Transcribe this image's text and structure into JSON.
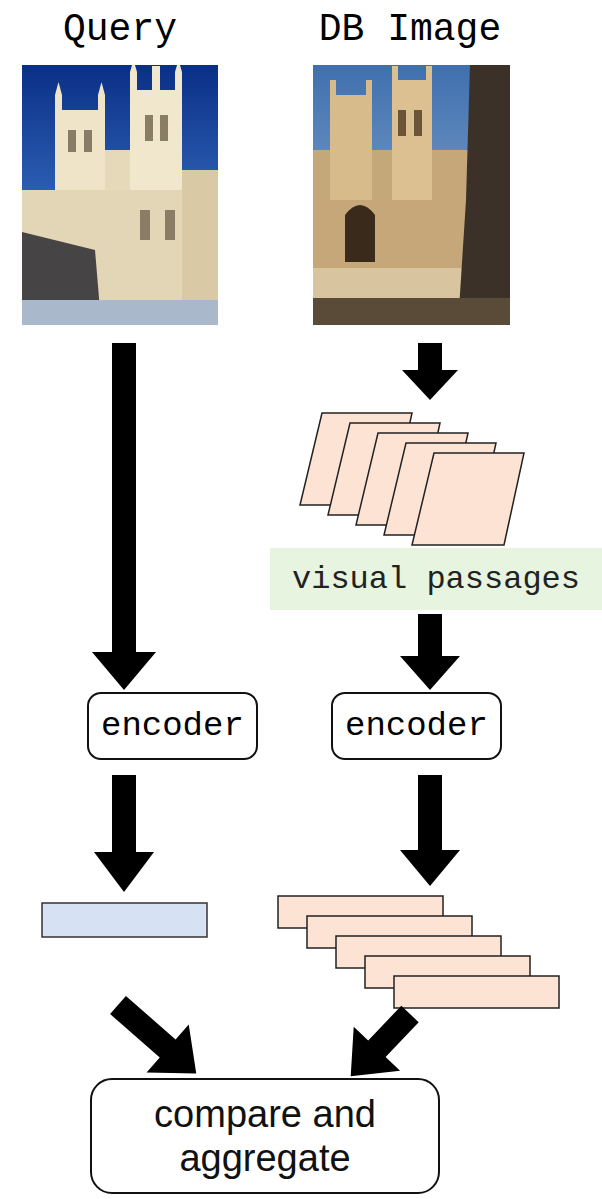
{
  "diagram": {
    "nodes": [
      {
        "text": [
          "visual passages"
        ]
      },
      {
        "text": [
          "encoder"
        ]
      },
      {
        "text": [
          "encoder"
        ]
      },
      {
        "text": [
          "compare and aggregate"
        ]
      }
    ],
    "edges": [
      {
        "from": 0,
        "to": 2,
        "arrow": "to"
      }
    ],
    "labels": [
      "Query",
      "DB Image"
    ]
  }
}
